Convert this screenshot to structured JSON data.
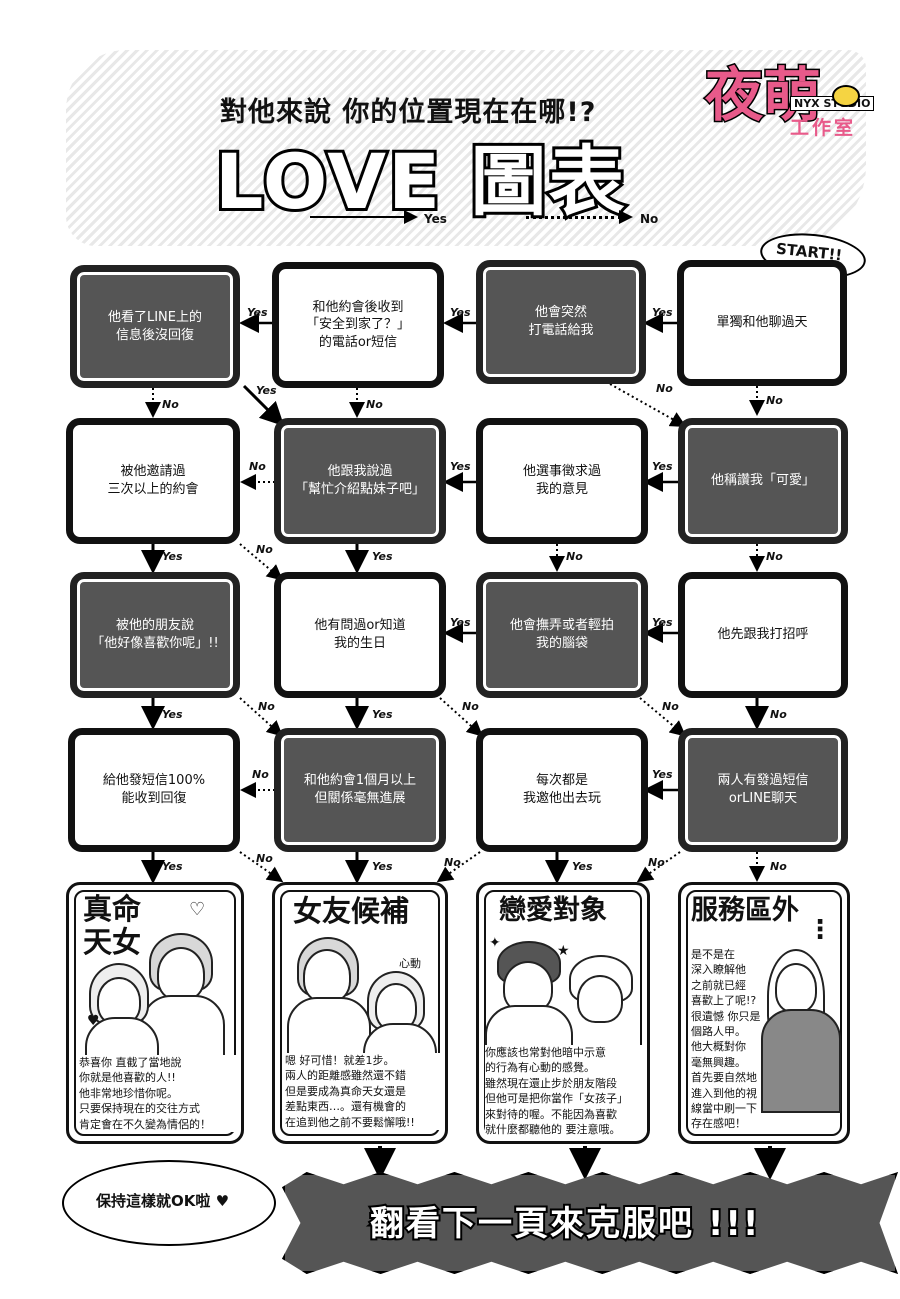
{
  "header": {
    "subtitle": "對他來說  你的位置現在在哪!?",
    "title": "LOVE 圖表",
    "legend_yes": "Yes",
    "legend_no": "No",
    "start": "START!!"
  },
  "logo": {
    "main": "夜萌",
    "studio": "NYX STUDIO",
    "sub": "工作室"
  },
  "labels": {
    "yes": "Yes",
    "no": "No"
  },
  "questions": {
    "r1c1": "他看了LINE上的\n信息後沒回復",
    "r1c2": "和他約會後收到\n「安全到家了？」\n的電話or短信",
    "r1c3": "他會突然\n打電話給我",
    "r1c4": "單獨和他聊過天",
    "r2c1": "被他邀請過\n三次以上的約會",
    "r2c2": "他跟我說過\n「幫忙介紹點妹子吧」",
    "r2c3": "他選事徵求過\n我的意見",
    "r2c4": "他稱讚我「可愛」",
    "r3c1": "被他的朋友說\n「他好像喜歡你呢」!!",
    "r3c2": "他有問過or知道\n我的生日",
    "r3c3": "他會撫弄或者輕拍\n我的腦袋",
    "r3c4": "他先跟我打招呼",
    "r4c1": "給他發短信100%\n能收到回復",
    "r4c2": "和他約會1個月以上\n但關係毫無進展",
    "r4c3": "每次都是\n我邀他出去玩",
    "r4c4": "兩人有發過短信\norLINE聊天"
  },
  "results": {
    "r1": {
      "title": "真命\n天女",
      "body": "恭喜你  直截了當地說\n你就是他喜歡的人!!\n他非常地珍惜你呢。\n只要保持現在的交往方式\n肯定會在不久變為情侶的！"
    },
    "r2": {
      "title": "女友候補",
      "body": "嗯  好可惜！就差1步。\n兩人的距離感雖然還不錯\n但是要成為真命天女還是\n差點東西…。還有機會的\n在追到他之前不要鬆懈哦!!"
    },
    "r3": {
      "title": "戀愛對象",
      "body": "你應該也常對他暗中示意\n的行為有心動的感覺。\n雖然現在還止步於朋友階段\n但他可是把你當作「女孩子」\n來對待的喔。不能因為喜歡\n就什麼都聽他的  要注意哦。"
    },
    "r4": {
      "title": "服務區外",
      "body": "是不是在\n深入瞭解他\n之前就已經\n喜歡上了呢!?\n很遺憾  你只是\n個路人甲。\n他大概對你\n毫無興趣。\n首先要自然地\n進入到他的視\n線當中刷一下\n存在感吧！"
    },
    "r2_deco": "心動"
  },
  "bottom": {
    "bubble": "保持這樣就OK啦 ♥",
    "banner": "翻看下一頁來克服吧 !!!"
  }
}
